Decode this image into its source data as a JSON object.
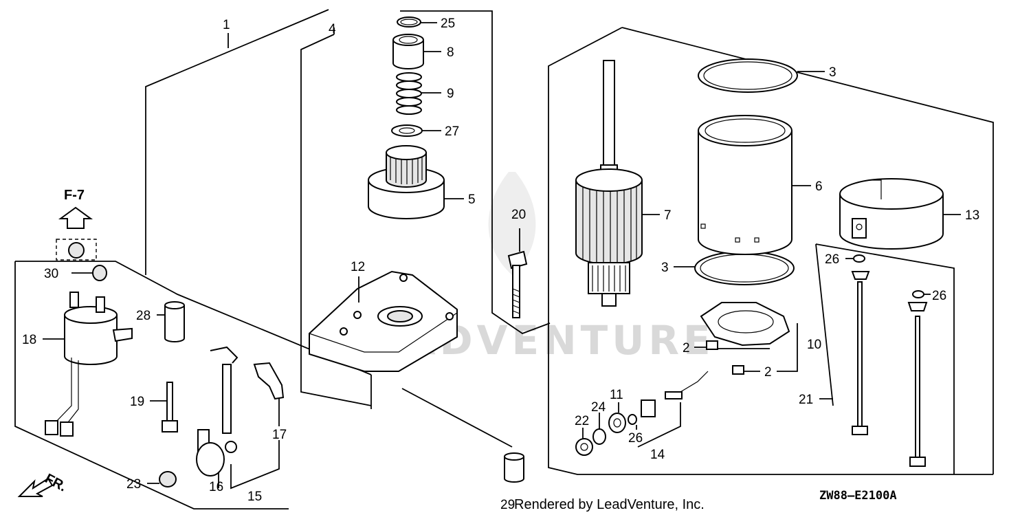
{
  "callouts": {
    "c1": "1",
    "c2a": "2",
    "c2b": "2",
    "c3a": "3",
    "c3b": "3",
    "c4": "4",
    "c5": "5",
    "c6": "6",
    "c7": "7",
    "c8": "8",
    "c9": "9",
    "c10": "10",
    "c11": "11",
    "c12": "12",
    "c13": "13",
    "c14": "14",
    "c15": "15",
    "c16": "16",
    "c17": "17",
    "c18": "18",
    "c19": "19",
    "c20": "20",
    "c21": "21",
    "c22": "22",
    "c23": "23",
    "c24": "24",
    "c25": "25",
    "c26a": "26",
    "c26b": "26",
    "c26c": "26",
    "c27": "27",
    "c28": "28",
    "c29": "29",
    "c30": "30"
  },
  "reference": "F-7",
  "front_marker": "FR.",
  "diagram_code": "ZW88—E2100A",
  "credit": "Rendered by LeadVenture, Inc.",
  "watermark": "LEADVENTURE"
}
